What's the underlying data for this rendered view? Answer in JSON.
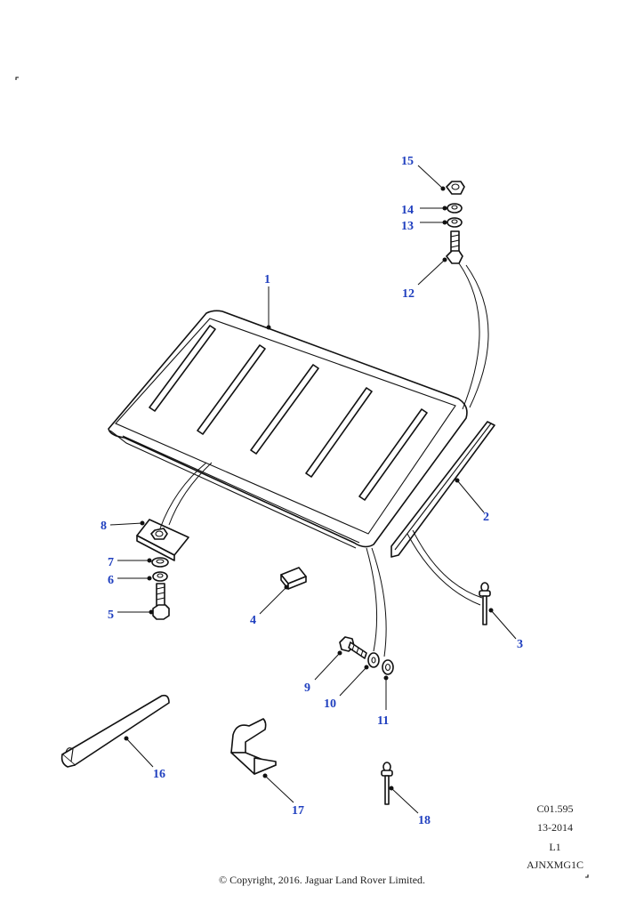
{
  "callouts": [
    "1",
    "2",
    "3",
    "4",
    "5",
    "6",
    "7",
    "8",
    "9",
    "10",
    "11",
    "12",
    "13",
    "14",
    "15",
    "16",
    "17",
    "18"
  ],
  "meta": {
    "code": "C01.595",
    "date": "13-2014",
    "level": "L1",
    "ref": "AJNXMG1C"
  },
  "copyright": "© Copyright, 2016. Jaguar Land Rover Limited.",
  "colors": {
    "callout": "#1f3fbf",
    "line": "#111111",
    "background": "#ffffff"
  }
}
